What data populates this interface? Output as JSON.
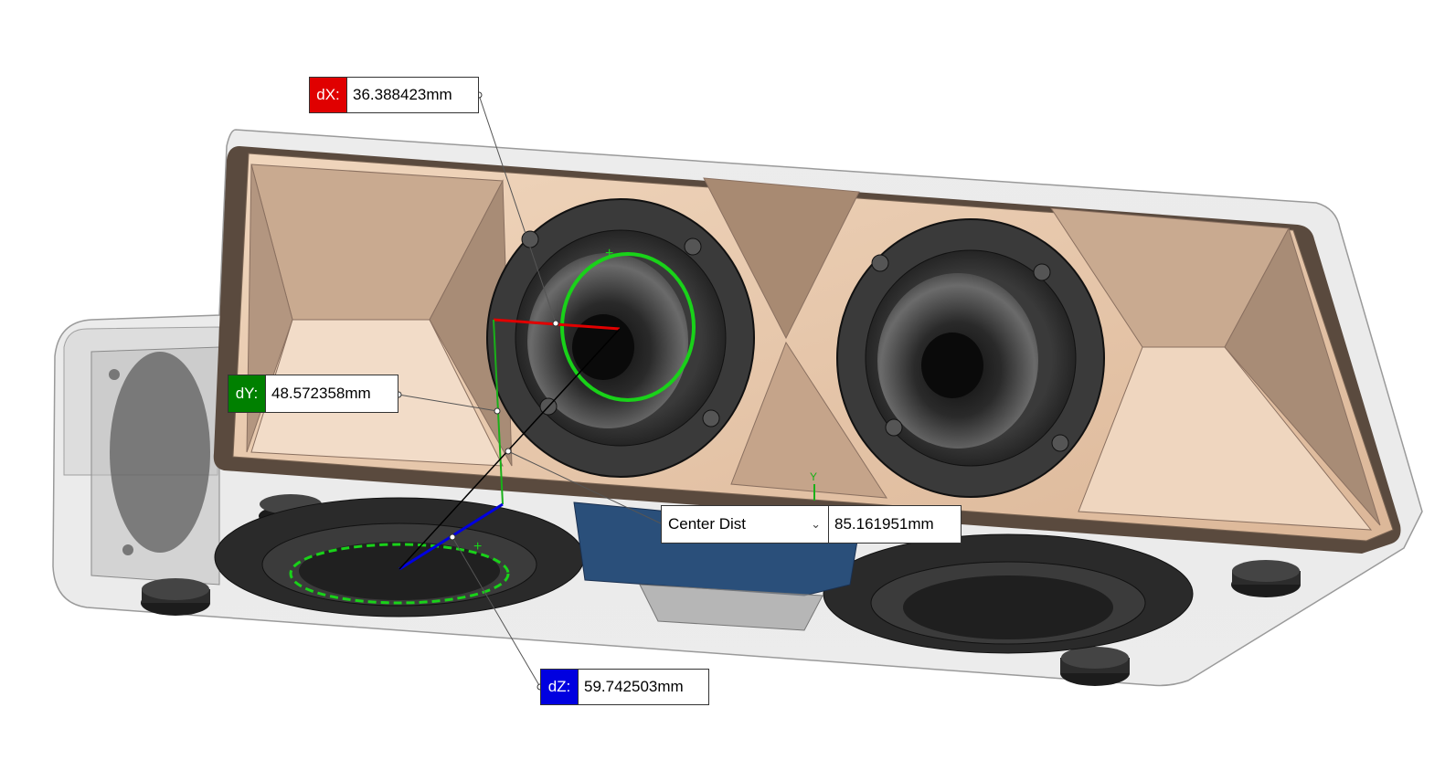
{
  "measure": {
    "dx": {
      "label": "dX:",
      "value": "36.388423mm",
      "color": "#e00000"
    },
    "dy": {
      "label": "dY:",
      "value": "48.572358mm",
      "color": "#008000"
    },
    "dz": {
      "label": "dZ:",
      "value": "59.742503mm",
      "color": "#0000e0"
    },
    "center_dist": {
      "label": "Center Dist",
      "value": "85.161951mm"
    }
  },
  "triad": {
    "y_label": "Y"
  },
  "icons": {
    "dropdown": "chevron-down-icon"
  },
  "colors": {
    "panel": "#e9ccb0",
    "driver_dark": "#2e2e2e",
    "selection_green": "#19d219",
    "housing_blue": "#2a4f7a"
  }
}
